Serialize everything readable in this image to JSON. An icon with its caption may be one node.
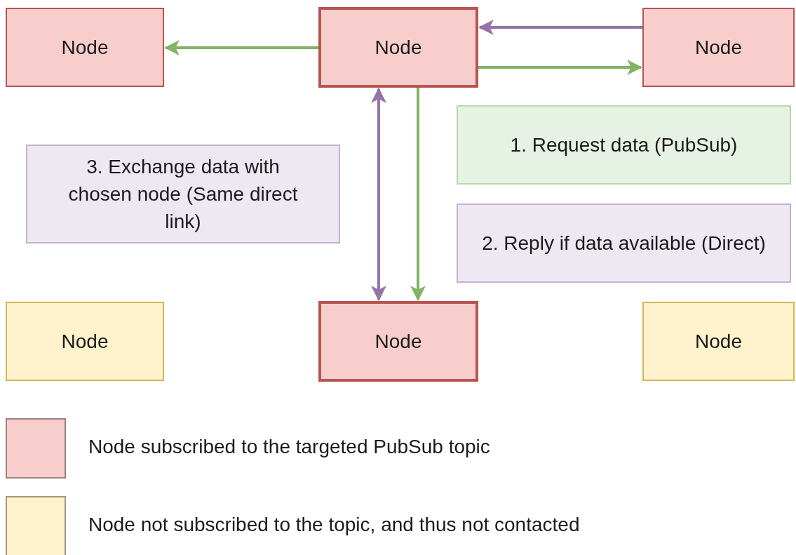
{
  "diagram": {
    "nodes": [
      {
        "text": [
          "Node"
        ]
      },
      {
        "text": [
          "Node"
        ]
      },
      {
        "text": [
          "Node"
        ]
      },
      {
        "text": [
          "1. Request data (PubSub)"
        ]
      },
      {
        "text": [
          "3. Exchange data with chosen node (Same direct link)"
        ]
      },
      {
        "text": [
          "2. Reply if data available (Direct)"
        ]
      },
      {
        "text": [
          "Node"
        ]
      },
      {
        "text": [
          "Node"
        ]
      },
      {
        "text": [
          "Node"
        ]
      }
    ],
    "edges": [
      {
        "from": 1,
        "to": 0,
        "arrow": "to"
      },
      {
        "from": 2,
        "to": 1,
        "arrow": "to",
        "color": "#9673a6"
      },
      {
        "from": 1,
        "to": 2,
        "arrow": "to"
      },
      {
        "from": 1,
        "to": 7,
        "arrow": "both",
        "color": "#9673a6"
      },
      {
        "from": 1,
        "to": 7,
        "arrow": "to"
      }
    ],
    "legend": [
      {
        "text": "Node subscribed to the targeted PubSub topic",
        "color": "#f8cecc"
      },
      {
        "text": "Node not subscribed to the topic, and thus not contacted",
        "color": "#fff2cc"
      }
    ]
  }
}
